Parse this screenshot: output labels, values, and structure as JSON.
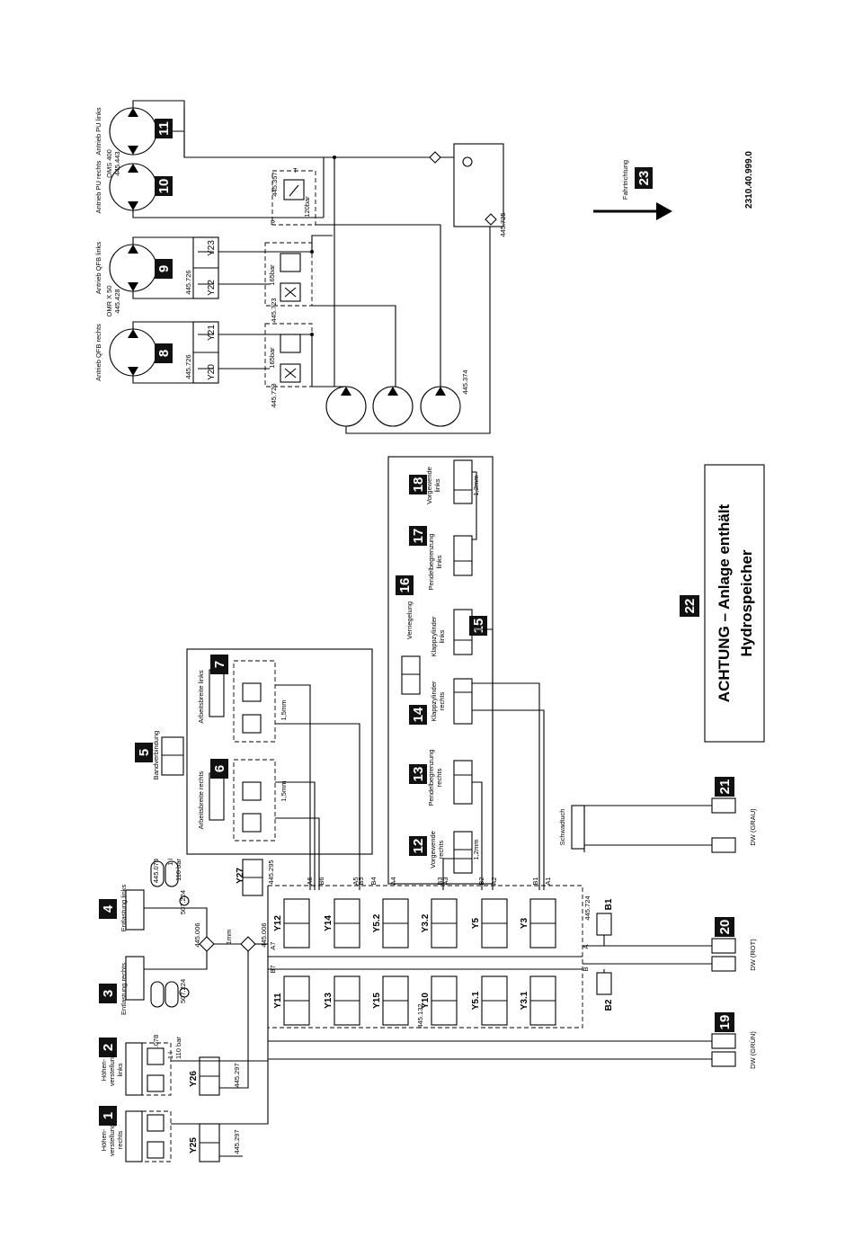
{
  "badges": [
    "1",
    "2",
    "3",
    "4",
    "5",
    "6",
    "7",
    "8",
    "9",
    "10",
    "11",
    "12",
    "13",
    "14",
    "15",
    "16",
    "17",
    "18",
    "19",
    "20",
    "21",
    "22",
    "23"
  ],
  "motors": {
    "m8": "Antrieb QFB rechts",
    "m9": "Antrieb QFB links",
    "m10": "Antrieb PU rechts",
    "m11": "Antrieb PU links",
    "m9_type": "OMR X 50",
    "m9_part": "445.428",
    "m10_type": "OMS 400",
    "m10_part": "445.443"
  },
  "pump_valves": {
    "v1": "445.723",
    "v2": "445.723",
    "v3": "445.357",
    "p165a": "165bar",
    "p165b": "165bar",
    "p120": "120bar",
    "v726a": "445.726",
    "v726b": "445.726",
    "tank_filter": "445.725",
    "pump": "445.374",
    "y20": "Y20",
    "y21": "Y21",
    "y22": "Y22",
    "y23": "Y23",
    "p_label": "P",
    "t_label": "T"
  },
  "cylinders": {
    "c1": "Höhen-\nverstellung\nrechts",
    "c2": "Höhen-\nverstellung\nlinks",
    "c3": "Entlastung rechts",
    "c4": "Entlastung links",
    "c5": "Bandverbindung",
    "c6": "Arbeitsbreite rechts",
    "c7": "Arbeitsbreite links",
    "c12": "Vorgewende\nrechts",
    "c13": "Pendelbegrenzung\nrechts",
    "c14": "Klappzylinder\nrechts",
    "c15": "Klappzylinder\nlinks",
    "c16": "Verriegelung",
    "c17": "Pendelbegrenzung\nlinks",
    "c18": "Vorgewende\nlinks",
    "schwad": "Schwadtuch"
  },
  "valve_block": {
    "part": "445.724",
    "top_row": [
      "Y12",
      "Y14",
      "Y5.2",
      "Y3.2",
      "Y5",
      "Y3"
    ],
    "bottom_row": [
      "Y11",
      "Y13",
      "Y15",
      "Y10",
      "Y5.1",
      "Y3.1"
    ],
    "port_labels_top": [
      "A6",
      "B6",
      "A5",
      "B5",
      "B4",
      "A4",
      "B3",
      "A3",
      "B2",
      "A2",
      "B1",
      "A1"
    ],
    "a7": "A7",
    "b7": "B7",
    "a": "A",
    "b": "B",
    "y15_part": "445.132",
    "b1": "B1",
    "b2": "B2"
  },
  "misc": {
    "y25": "Y25",
    "y26": "Y26",
    "y27": "Y27",
    "v297a": "445.297",
    "v297b": "445.297",
    "v295": "445.295",
    "v006a": "445.006",
    "v006b": "445.006",
    "acc_r": "445.078",
    "acc_l": "445.078",
    "acc_r_spec": "1 l\n110 bar",
    "acc_l_spec": "1 l\n110 bar",
    "gauge_r": "507.224",
    "gauge_l": "507.224",
    "orifice_1mm": "1mm",
    "orifice_15a": "1,5mm",
    "orifice_15b": "1,5mm",
    "orifice_12a": "1,2mm",
    "orifice_12b": "1,2mm",
    "dw_gruen": "DW (GRÜN)",
    "dw_rot": "DW (ROT)",
    "dw_grau": "DW (GRAU)"
  },
  "warning": {
    "line1": "ACHTUNG – Anlage enthält",
    "line2": "Hydrospeicher"
  },
  "direction": "Fahrtrichtung",
  "drawing_number": "2310.40.999.0",
  "colors": {
    "ink": "#000000",
    "paper": "#ffffff",
    "badge": "#111111"
  }
}
